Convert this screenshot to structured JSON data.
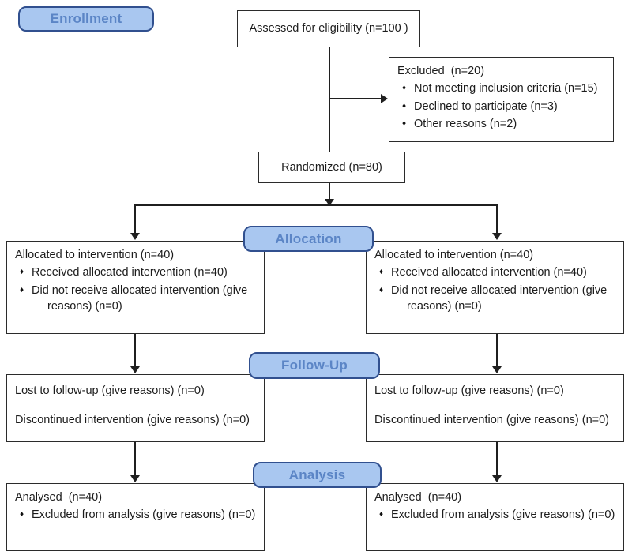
{
  "diagram_type": "consort-flow-diagram",
  "glyphs": {
    "bullet": "♦"
  },
  "colors": {
    "background": "#FFFFFF",
    "label_fill": "#A9C7F0",
    "label_border": "#31508F",
    "label_text": "#5B85C6",
    "box_border": "#2B2B2B",
    "line": "#1F1F1F"
  },
  "stages": {
    "enrollment": "Enrollment",
    "allocation": "Allocation",
    "followup": "Follow-Up",
    "analysis": "Analysis"
  },
  "boxes": {
    "assessed": {
      "text": "Assessed for eligibility (n=100 )"
    },
    "excluded": {
      "title": "Excluded  (n=20)",
      "items": [
        "Not meeting inclusion criteria (n=15)",
        "Declined to participate (n=3)",
        "Other reasons (n=2)"
      ]
    },
    "randomized": {
      "text": "Randomized (n=80)"
    },
    "allocation_left": {
      "title": "Allocated to intervention (n=40)",
      "items": [
        "Received allocated intervention (n=40)",
        "Did not receive allocated intervention (give reasons) (n=0)"
      ]
    },
    "allocation_right": {
      "title": "Allocated to intervention (n=40)",
      "items": [
        "Received allocated intervention (n=40)",
        "Did not receive allocated intervention (give reasons) (n=0)"
      ]
    },
    "followup_left": {
      "lines": [
        "Lost to follow-up (give reasons) (n=0)",
        "Discontinued intervention (give reasons) (n=0)"
      ]
    },
    "followup_right": {
      "lines": [
        "Lost to follow-up (give reasons) (n=0)",
        "Discontinued intervention (give reasons) (n=0)"
      ]
    },
    "analysis_left": {
      "title": "Analysed  (n=40)",
      "items": [
        "Excluded from analysis (give reasons) (n=0)"
      ]
    },
    "analysis_right": {
      "title": "Analysed  (n=40)",
      "items": [
        "Excluded from analysis (give reasons) (n=0)"
      ]
    }
  }
}
